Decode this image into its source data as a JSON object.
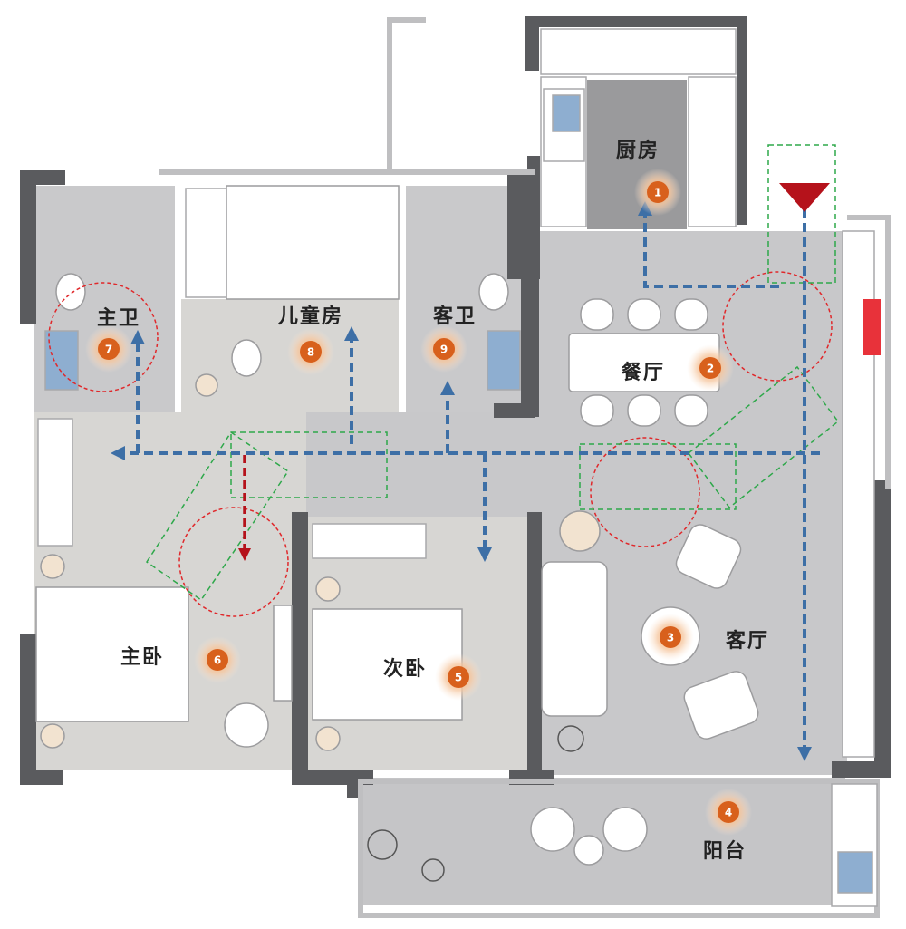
{
  "colors": {
    "wall": "#5a5b5e",
    "floor_public": "#c8c8ca",
    "floor_room": "#d7d6d3",
    "floor_kitchen_island": "#9a9a9c",
    "flow_arrow": "#3d6fa6",
    "entry_triangle": "#b5121b",
    "red_dashed": "#e0282b",
    "green_dashed": "#2ea84a",
    "marker": "#d8601c",
    "red_panel": "#e8323a"
  },
  "rooms": [
    {
      "label": "厨房",
      "marker": "1"
    },
    {
      "label": "餐厅",
      "marker": "2"
    },
    {
      "label": "客厅",
      "marker": "3"
    },
    {
      "label": "阳台",
      "marker": "4"
    },
    {
      "label": "次卧",
      "marker": "5"
    },
    {
      "label": "主卧",
      "marker": "6"
    },
    {
      "label": "主卫",
      "marker": "7"
    },
    {
      "label": "儿童房",
      "marker": "8"
    },
    {
      "label": "客卫",
      "marker": "9"
    }
  ],
  "icons": {
    "entry": "red-triangle-entry",
    "flow": "dashed-arrow"
  }
}
